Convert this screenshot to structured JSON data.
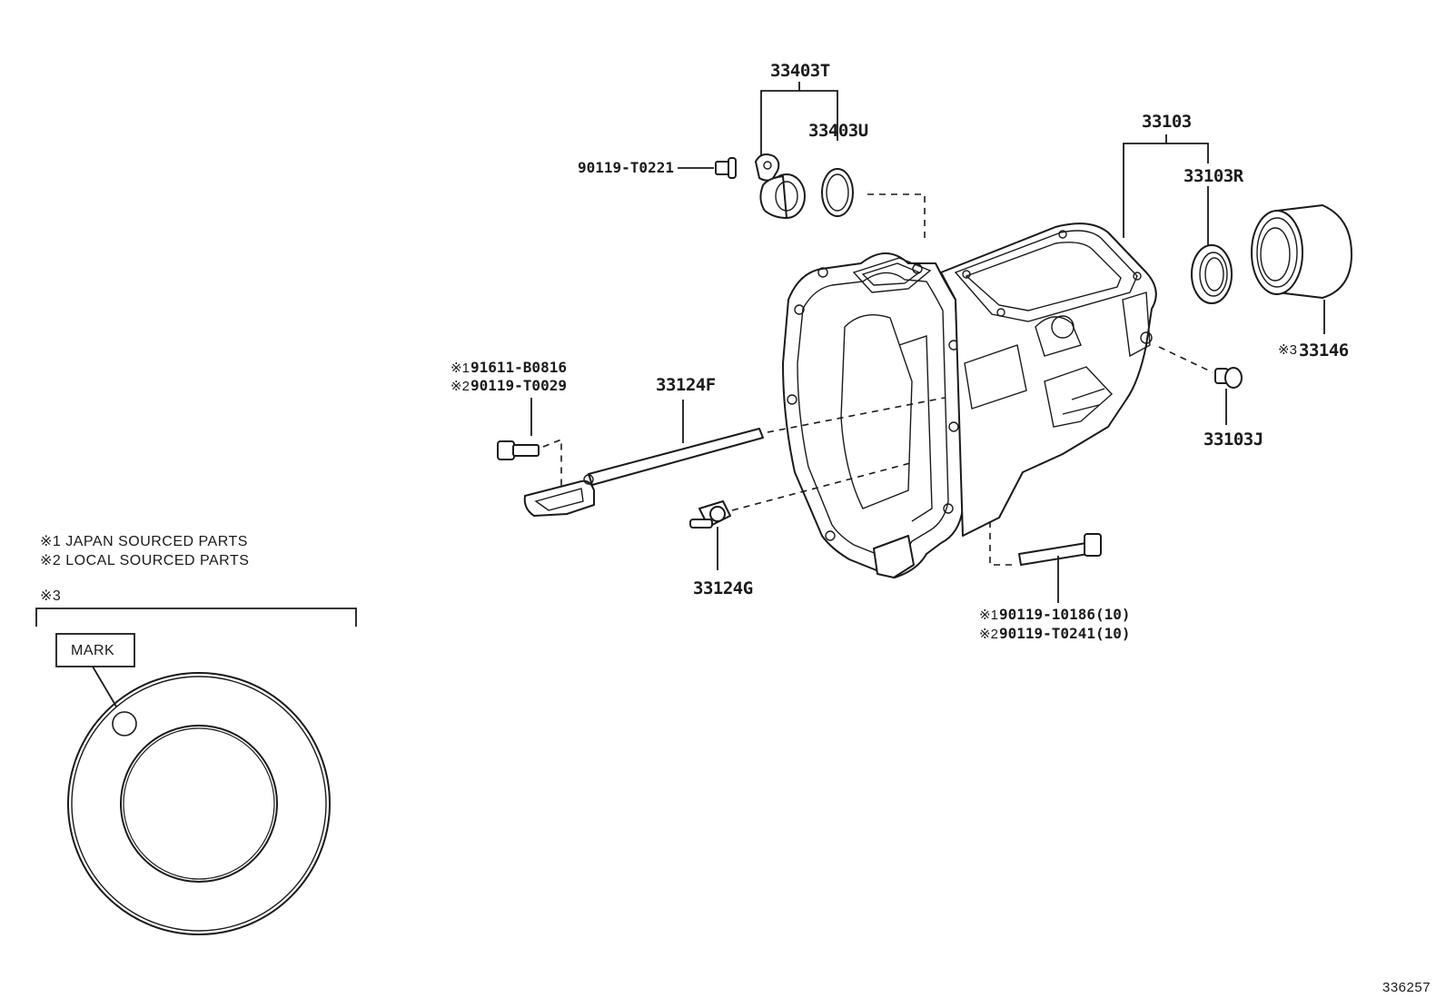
{
  "labels": {
    "p_33403T": "33403T",
    "p_33403U": "33403U",
    "p_90119_T0221": "90119-T0221",
    "p_33103": "33103",
    "p_33103R": "33103R",
    "p_33146": "33146",
    "p_33146_mark": "※3",
    "p_33103J": "33103J",
    "p_33124F": "33124F",
    "p_33124G": "33124G",
    "bolt_small_1_mark": "※1",
    "bolt_small_1": "91611-B0816",
    "bolt_small_2_mark": "※2",
    "bolt_small_2": "90119-T0029",
    "bolt_long_1_mark": "※1",
    "bolt_long_1": "90119-10186(10)",
    "bolt_long_2_mark": "※2",
    "bolt_long_2": "90119-T0241(10)"
  },
  "notes": {
    "note1": "※1 JAPAN SOURCED PARTS",
    "note2": "※2 LOCAL SOURCED PARTS",
    "note3": "※3",
    "mark": "MARK"
  },
  "figure_id": "336257"
}
